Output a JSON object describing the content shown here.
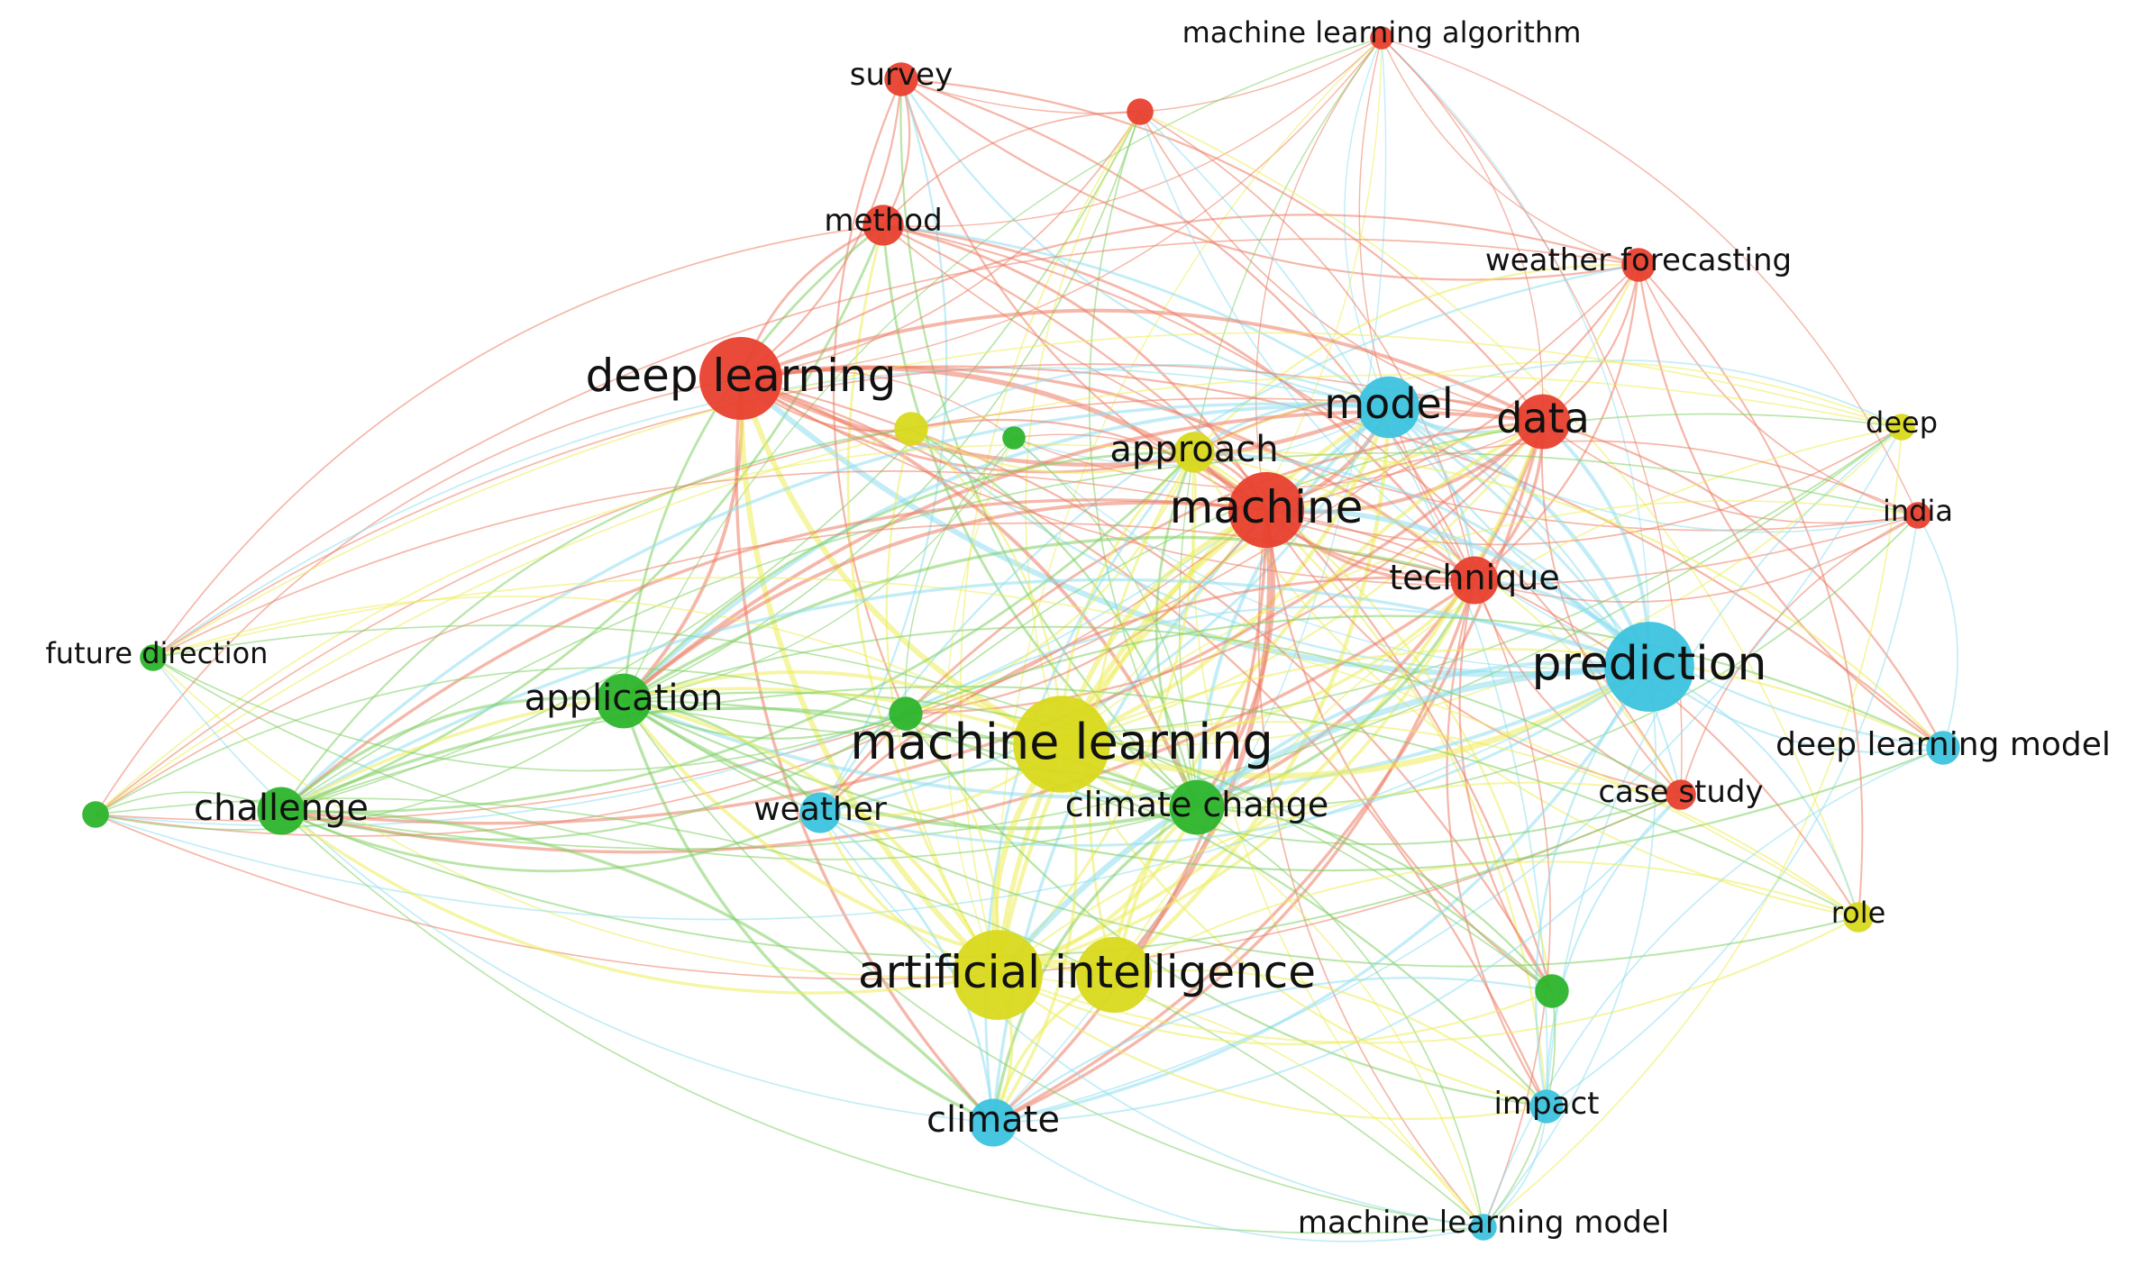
{
  "colors": {
    "red": "#e8402e",
    "green": "#2cb52c",
    "blue": "#3cc3df",
    "yellow": "#d9d91e",
    "edge_red": "#ec7b63",
    "edge_green": "#7fd062",
    "edge_blue": "#8fdff0",
    "edge_yellow": "#ecec5a"
  },
  "nodes": [
    {
      "id": "survey",
      "label": "survey",
      "cluster": "red",
      "weight": 3
    },
    {
      "id": "mla",
      "label": "machine learning algorithm",
      "cluster": "red",
      "weight": 1.5
    },
    {
      "id": "r_top",
      "label": "",
      "cluster": "red",
      "weight": 2
    },
    {
      "id": "method",
      "label": "method",
      "cluster": "red",
      "weight": 4
    },
    {
      "id": "wf",
      "label": "weather forecasting",
      "cluster": "red",
      "weight": 3
    },
    {
      "id": "dl",
      "label": "deep learning",
      "cluster": "red",
      "weight": 10
    },
    {
      "id": "model",
      "label": "model",
      "cluster": "blue",
      "weight": 7
    },
    {
      "id": "data",
      "label": "data",
      "cluster": "red",
      "weight": 6
    },
    {
      "id": "deep",
      "label": "deep",
      "cluster": "yellow",
      "weight": 2
    },
    {
      "id": "y1",
      "label": "",
      "cluster": "yellow",
      "weight": 3
    },
    {
      "id": "g1",
      "label": "",
      "cluster": "green",
      "weight": 1.5
    },
    {
      "id": "approach",
      "label": "approach",
      "cluster": "yellow",
      "weight": 4
    },
    {
      "id": "machine",
      "label": "machine",
      "cluster": "red",
      "weight": 9
    },
    {
      "id": "india",
      "label": "india",
      "cluster": "red",
      "weight": 2
    },
    {
      "id": "technique",
      "label": "technique",
      "cluster": "red",
      "weight": 5
    },
    {
      "id": "fd",
      "label": "future direction",
      "cluster": "green",
      "weight": 2
    },
    {
      "id": "prediction",
      "label": "prediction",
      "cluster": "blue",
      "weight": 11
    },
    {
      "id": "application",
      "label": "application",
      "cluster": "green",
      "weight": 6
    },
    {
      "id": "g2",
      "label": "",
      "cluster": "green",
      "weight": 3
    },
    {
      "id": "ml",
      "label": "machine learning",
      "cluster": "yellow",
      "weight": 12
    },
    {
      "id": "dlm",
      "label": "deep learning model",
      "cluster": "blue",
      "weight": 3
    },
    {
      "id": "g3",
      "label": "",
      "cluster": "green",
      "weight": 2
    },
    {
      "id": "challenge",
      "label": "challenge",
      "cluster": "green",
      "weight": 5
    },
    {
      "id": "weather",
      "label": "weather",
      "cluster": "blue",
      "weight": 4
    },
    {
      "id": "cc",
      "label": "climate change",
      "cluster": "green",
      "weight": 6
    },
    {
      "id": "cs",
      "label": "case study",
      "cluster": "red",
      "weight": 2.5
    },
    {
      "id": "role",
      "label": "role",
      "cluster": "yellow",
      "weight": 2.5
    },
    {
      "id": "ai",
      "label": "artificial intelligence",
      "cluster": "yellow",
      "weight": 11
    },
    {
      "id": "ai2",
      "label": "",
      "cluster": "yellow",
      "weight": 9
    },
    {
      "id": "g4",
      "label": "",
      "cluster": "green",
      "weight": 3
    },
    {
      "id": "climate",
      "label": "climate",
      "cluster": "blue",
      "weight": 5
    },
    {
      "id": "impact",
      "label": "impact",
      "cluster": "blue",
      "weight": 3
    },
    {
      "id": "mlm",
      "label": "machine learning model",
      "cluster": "blue",
      "weight": 2
    }
  ]
}
